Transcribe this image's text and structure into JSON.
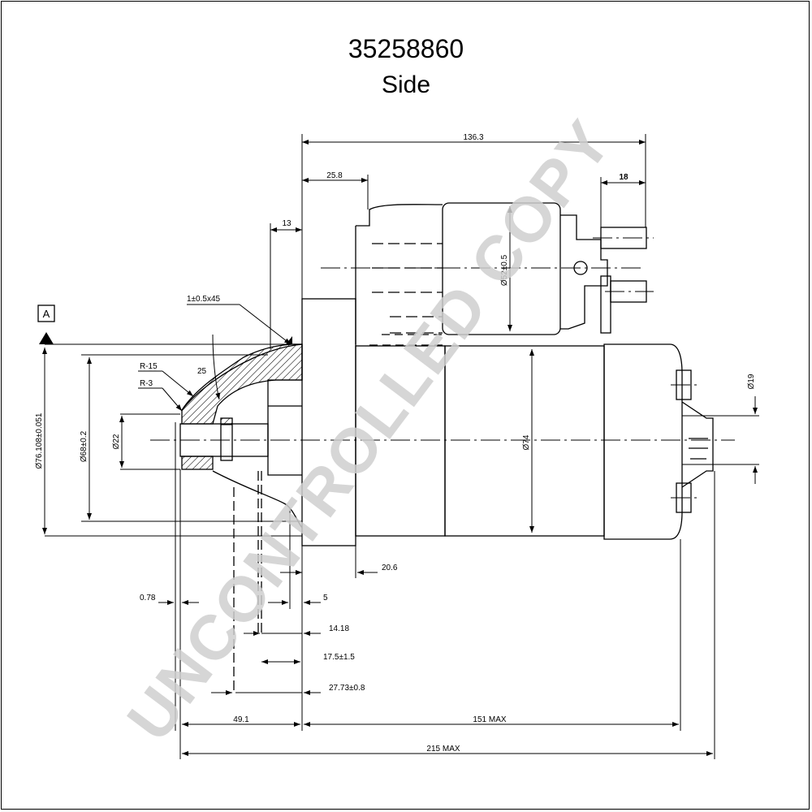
{
  "header": {
    "part_number": "35258860",
    "view": "Side"
  },
  "datum": {
    "label": "A"
  },
  "dimensions": {
    "overall_top": "136.3",
    "flange_to_solenoid": "25.8",
    "terminal": "18",
    "flange_offset": "13",
    "chamfer": "1±0.5x45",
    "angle": "25",
    "radius_outer": "R-15",
    "radius_inner": "R-3",
    "pilot_diameter": "Ø76.108±0.051",
    "bore_diameter": "Ø68±0.2",
    "pinion_diameter": "Ø22",
    "solenoid_diameter": "Ø52±0.5",
    "motor_diameter": "Ø74",
    "stud_diameter": "Ø19",
    "d_20_6": "20.6",
    "d_5": "5",
    "d_0_78": "0.78",
    "d_14_18": "14.18",
    "d_17_5": "17.5±1.5",
    "d_27_73": "27.73±0.8",
    "d_49_1": "49.1",
    "length_max": "151 MAX",
    "overall_max": "215 MAX"
  },
  "watermark": {
    "text": "UNCONTROLLED COPY"
  }
}
